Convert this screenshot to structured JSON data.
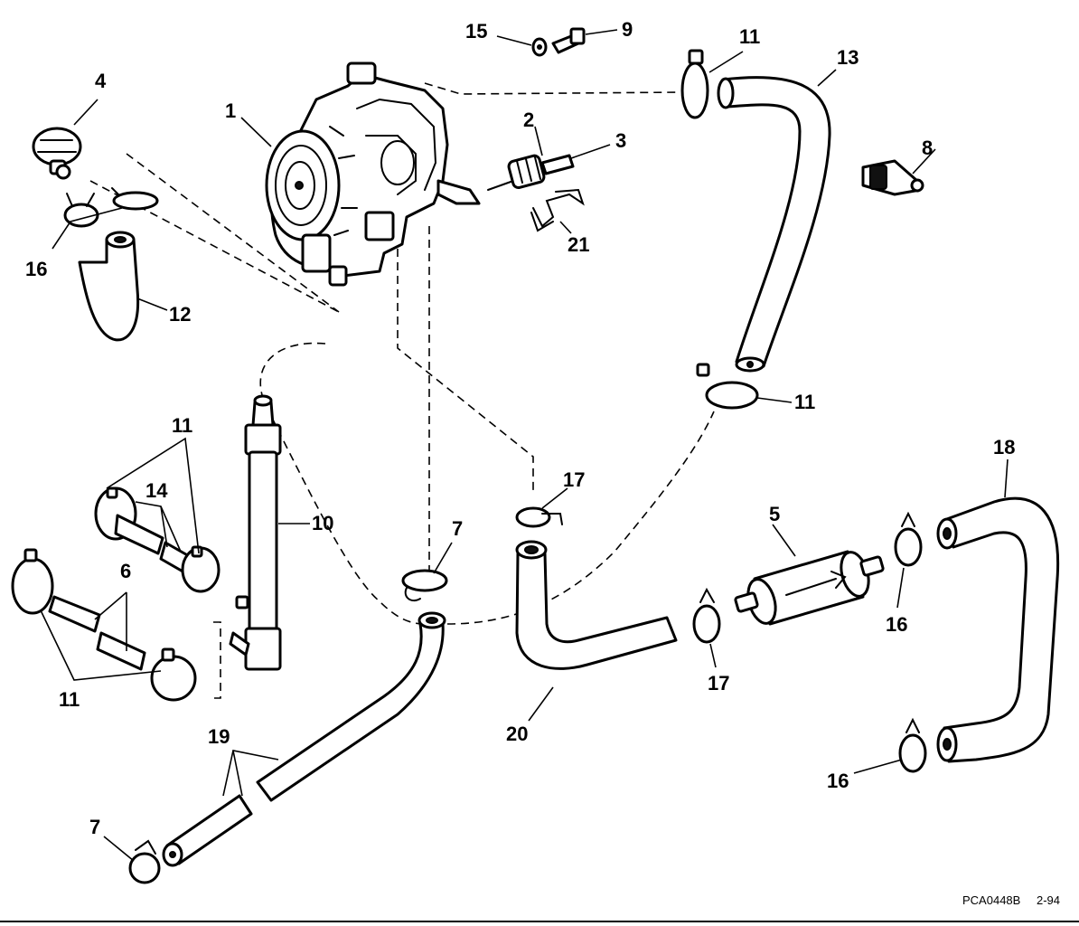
{
  "diagram": {
    "footer_code": "PCA0448B",
    "footer_date": "2-94"
  },
  "callouts": {
    "c1": "1",
    "c2": "2",
    "c3": "3",
    "c4": "4",
    "c5": "5",
    "c6": "6",
    "c7a": "7",
    "c7b": "7",
    "c8": "8",
    "c9": "9",
    "c10": "10",
    "c11a": "11",
    "c11b": "11",
    "c11c": "11",
    "c11d": "11",
    "c12": "12",
    "c13": "13",
    "c14": "14",
    "c15": "15",
    "c16a": "16",
    "c16b": "16",
    "c16c": "16",
    "c17a": "17",
    "c17b": "17",
    "c18": "18",
    "c19": "19",
    "c20": "20",
    "c21": "21"
  }
}
